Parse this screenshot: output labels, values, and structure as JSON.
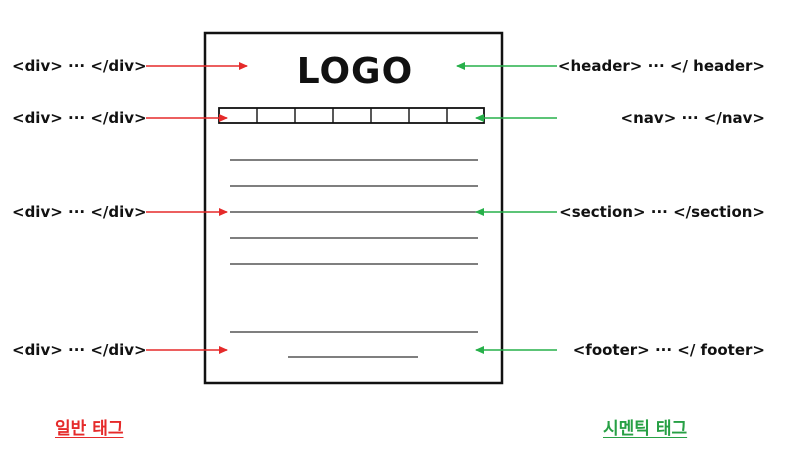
{
  "logo": "LOGO",
  "left_labels": [
    "<div> ··· </div>",
    "<div> ··· </div>",
    "<div> ··· </div>",
    "<div> ··· </div>"
  ],
  "right_labels": [
    "<header> ··· </ header>",
    "<nav> ··· </nav>",
    "<section> ··· </section>",
    "<footer> ··· </ footer>"
  ],
  "captions": {
    "left": "일반 태그",
    "right": "시멘틱 태그"
  },
  "colors": {
    "left_arrow": "#e52a2a",
    "right_arrow": "#27b04a",
    "left_caption": "#e52a2a",
    "right_caption": "#27a045",
    "frame": "#111111"
  }
}
